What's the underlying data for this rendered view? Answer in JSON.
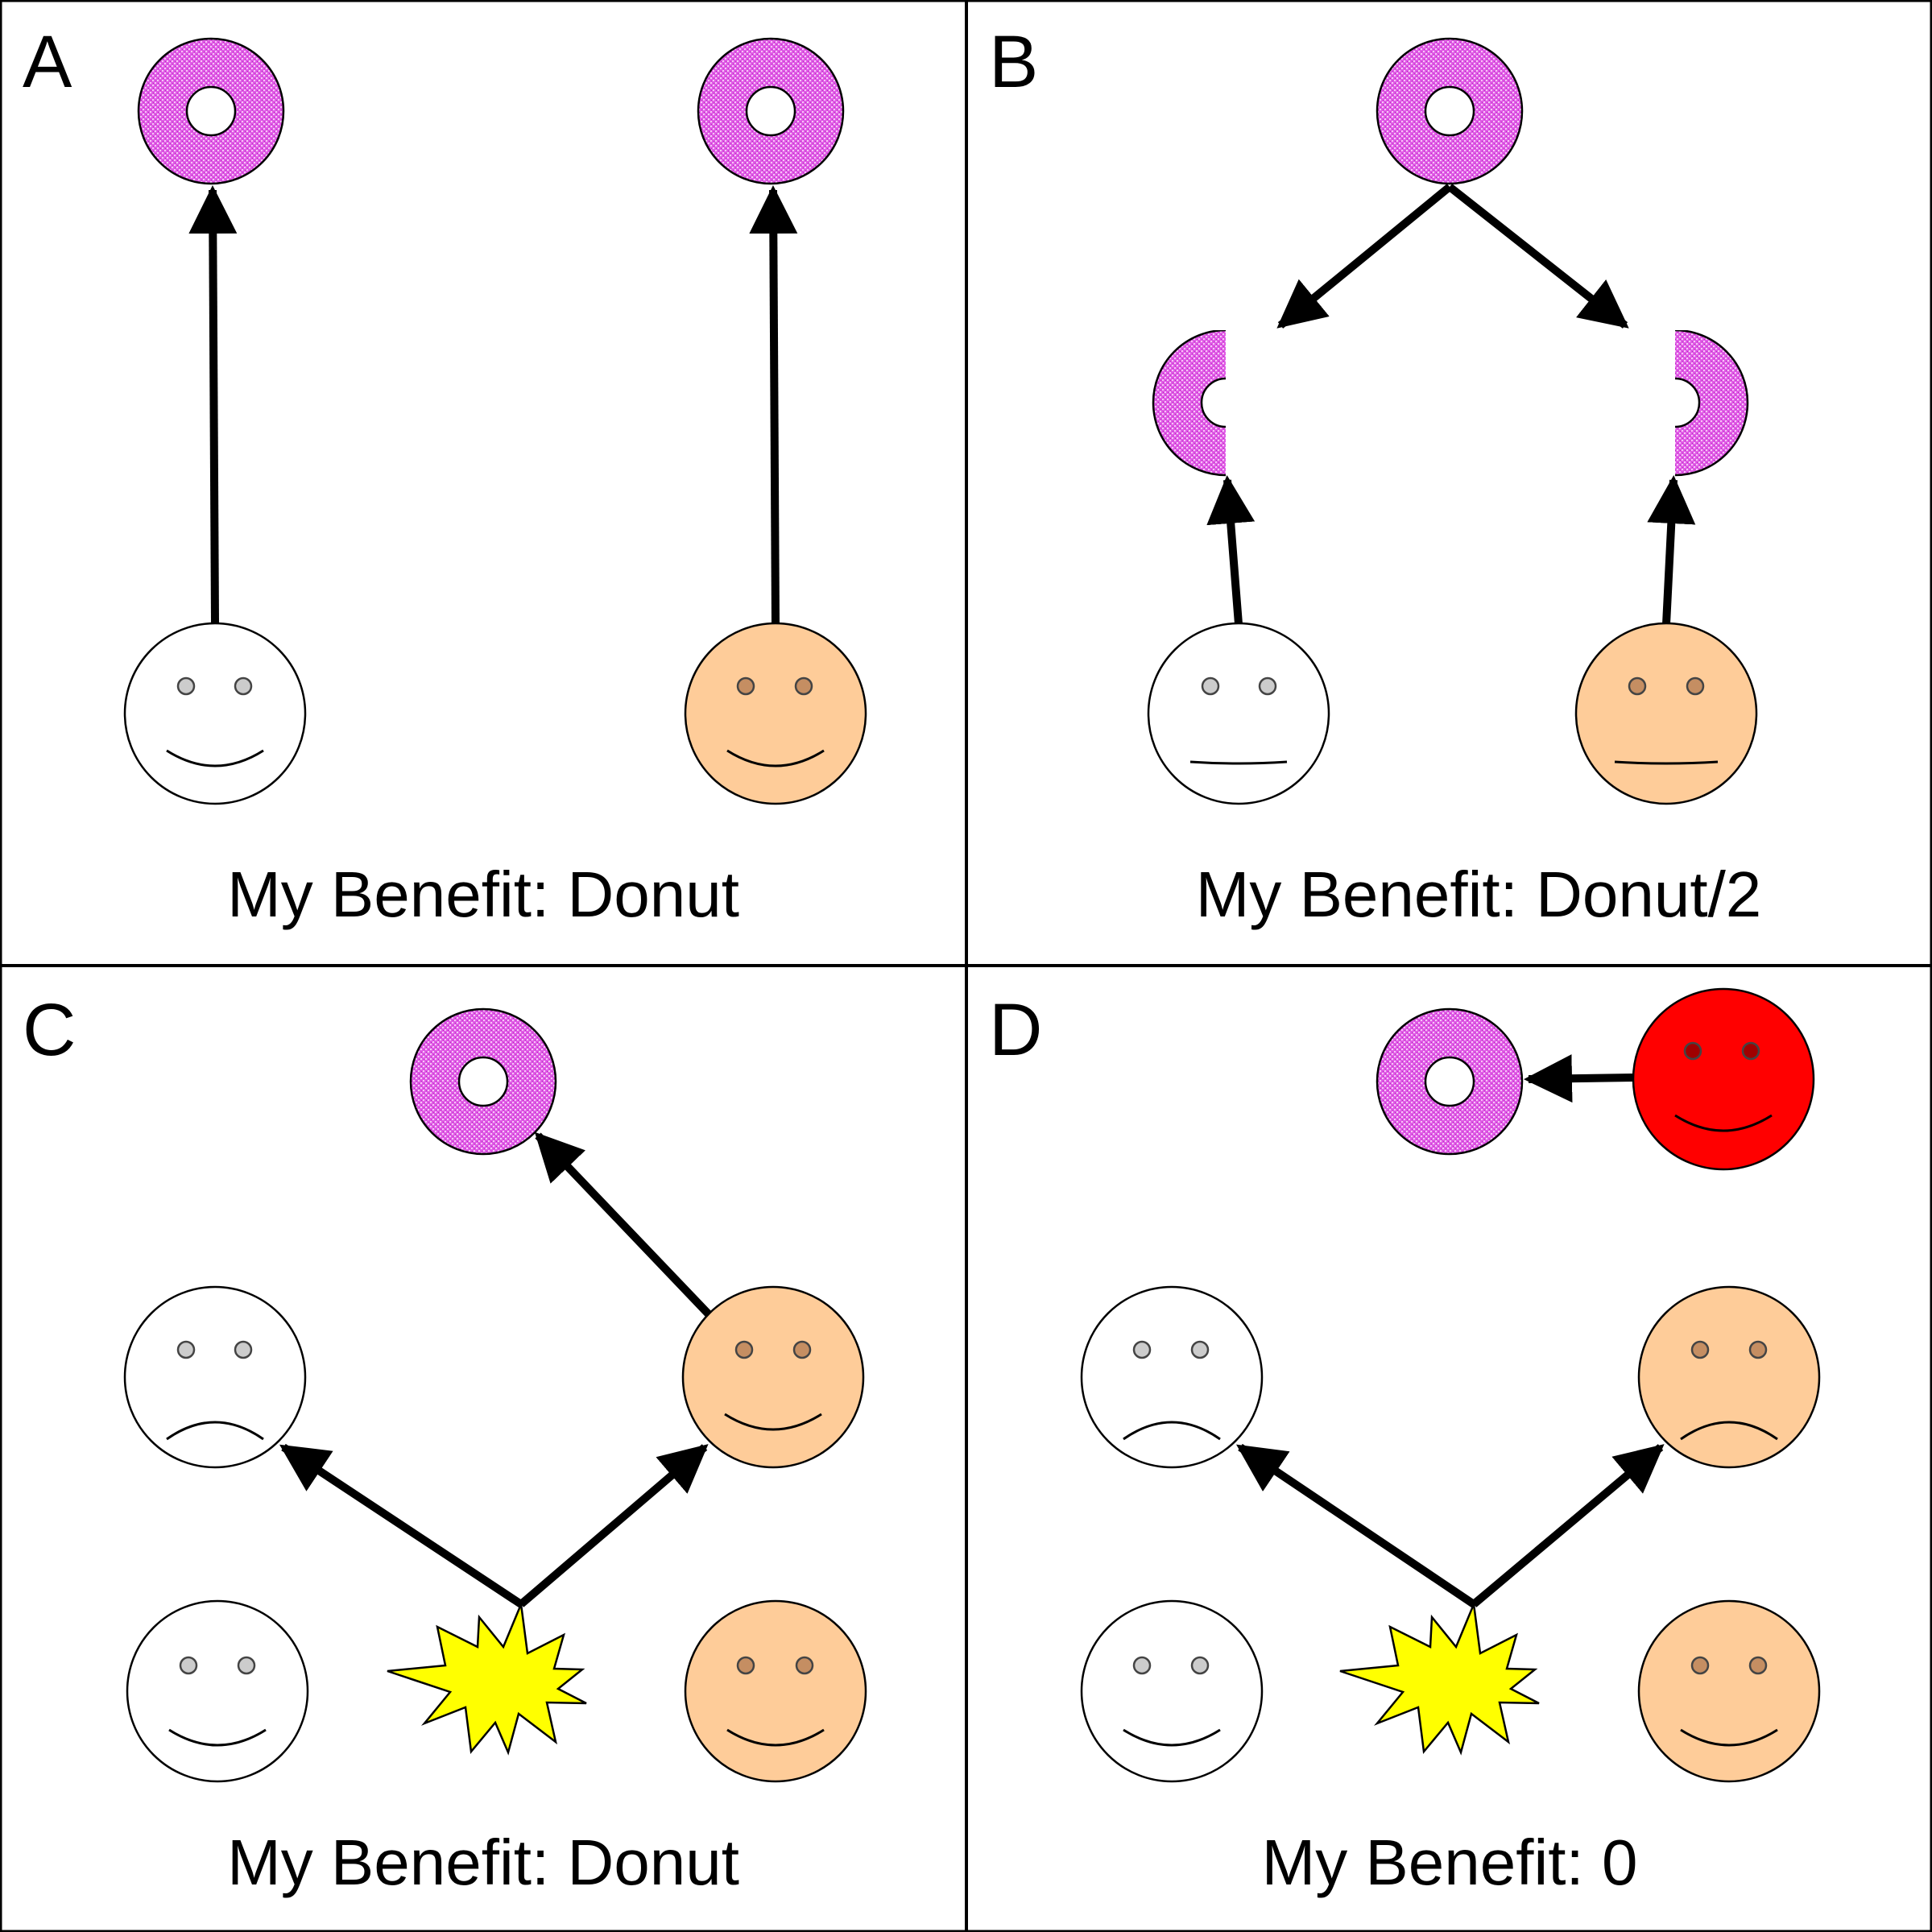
{
  "panels": [
    {
      "letter": "A",
      "caption": "My Benefit: Donut"
    },
    {
      "letter": "B",
      "caption": "My Benefit: Donut/2"
    },
    {
      "letter": "C",
      "caption": "My Benefit: Donut"
    },
    {
      "letter": "D",
      "caption": "My Benefit: 0"
    }
  ],
  "colors": {
    "donut": "#e04be6",
    "face_white": "#ffffff",
    "face_peach": "#fecc99",
    "face_red": "#ff0000",
    "burst": "#ffff00",
    "eye_white_face": "#cccccc",
    "eye_peach_face": "#c58e62",
    "eye_red_face": "#a00000"
  }
}
